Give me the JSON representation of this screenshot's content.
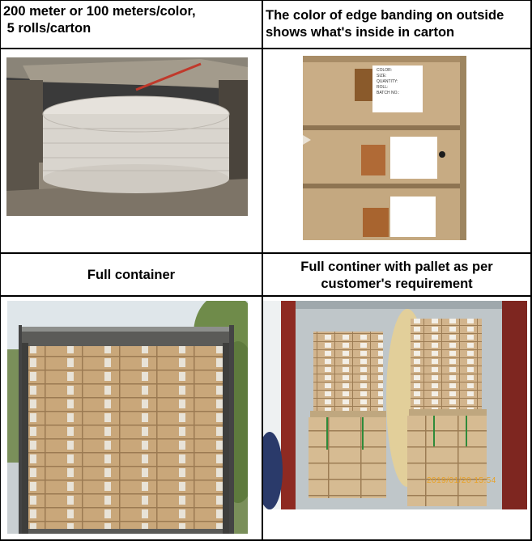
{
  "captions": {
    "top_left": [
      "200  meter or 100 meters/color,",
      " 5 rolls/carton"
    ],
    "top_right": [
      "The color of edge banding on outside",
      "shows what's inside in carton"
    ],
    "mid_left": [
      "Full container"
    ],
    "mid_right": [
      "Full continer with pallet as per",
      "customer's requirement"
    ]
  },
  "photos": {
    "carton_rolls": {
      "icon": "carton-with-white-rolls"
    },
    "stacked_cartons": {
      "icon": "labeled-cartons",
      "label_lines": [
        "COLOR:",
        "SIZE:",
        "QUANTITY:",
        "ROLL:",
        "BATCH NO.:"
      ]
    },
    "full_container": {
      "icon": "container-full-of-cartons"
    },
    "pallet_container": {
      "icon": "container-with-pallets",
      "timestamp": "2019/01/20 15:54"
    }
  },
  "colors": {
    "border": "#000000",
    "carton": "#c9a77a",
    "edge_banding": "#b06a36"
  }
}
